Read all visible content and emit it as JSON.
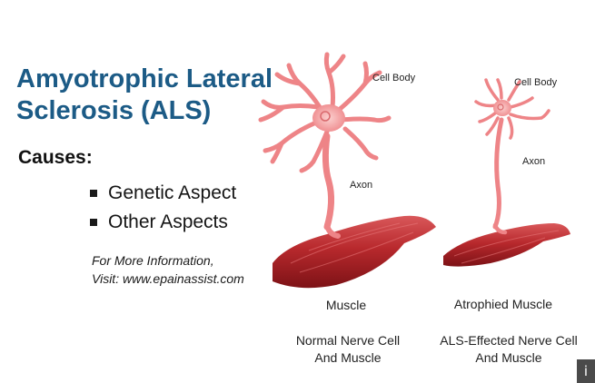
{
  "title_line1": "Amyotrophic Lateral",
  "title_line2": "Sclerosis (ALS)",
  "causes_label": "Causes:",
  "causes": [
    "Genetic Aspect",
    "Other Aspects"
  ],
  "info_line1": "For More Information,",
  "info_line2": "Visit: www.epainassist.com",
  "normal": {
    "cell_body_label": "Cell Body",
    "axon_label": "Axon",
    "muscle_label": "Muscle",
    "caption_line1": "Normal Nerve Cell",
    "caption_line2": "And Muscle"
  },
  "als": {
    "cell_body_label": "Cell Body",
    "axon_label": "Axon",
    "muscle_label": "Atrophied Muscle",
    "caption_line1": "ALS-Effected Nerve Cell",
    "caption_line2": "And Muscle"
  },
  "info_button": "i",
  "colors": {
    "title": "#1c5b86",
    "neuron": "#f08a8c",
    "muscle": "#b3282b"
  }
}
